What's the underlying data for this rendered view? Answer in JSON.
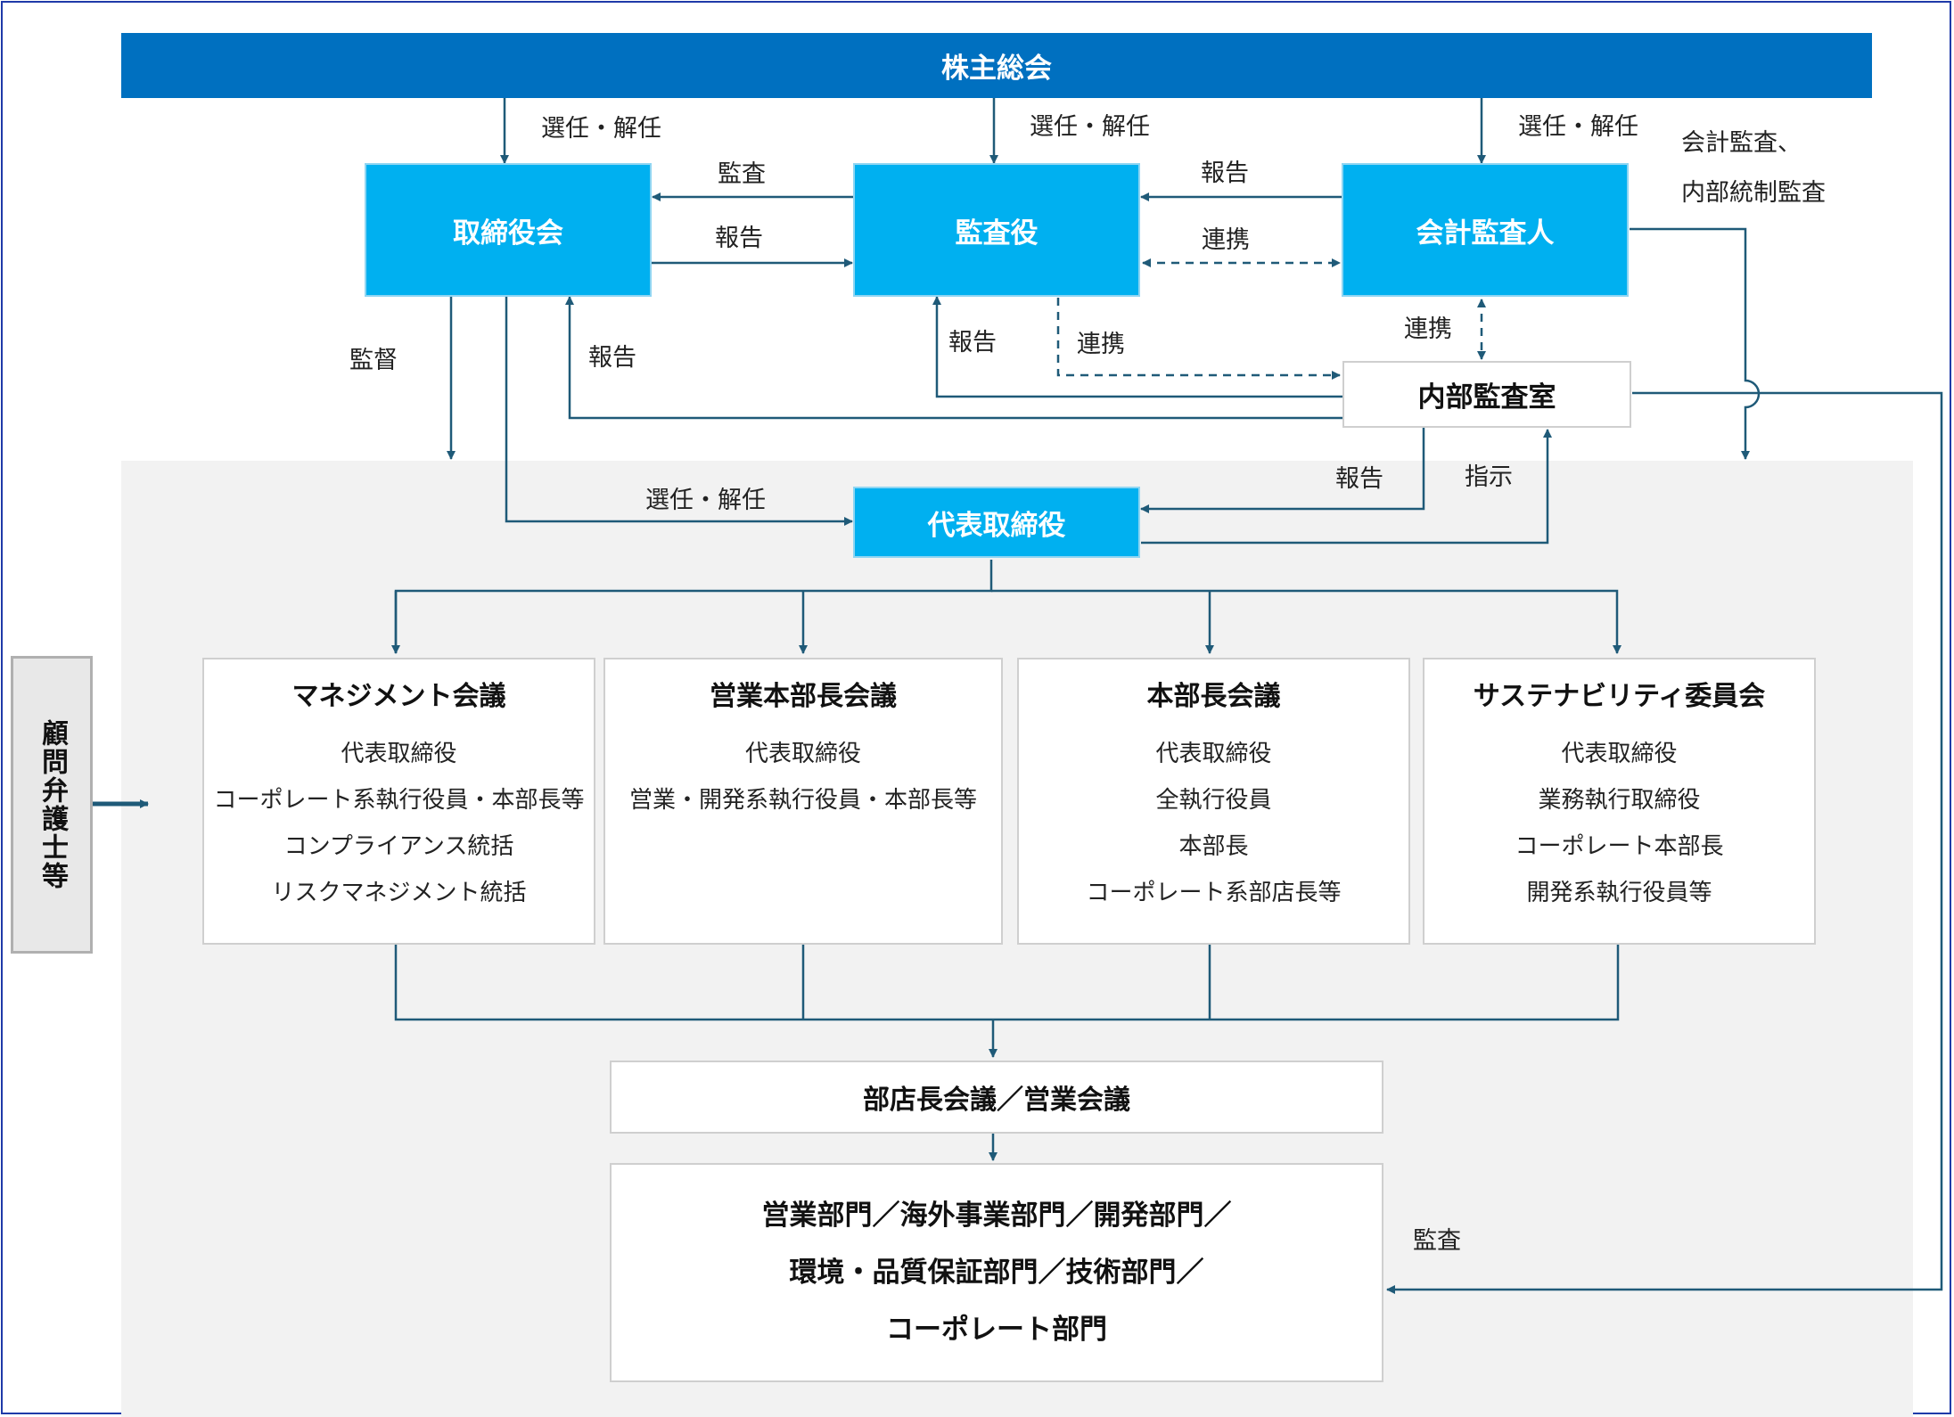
{
  "boxes": {
    "shareholders": "株主総会",
    "board": "取締役会",
    "auditors": "監査役",
    "accounting_auditor": "会計監査人",
    "internal_audit": "内部監査室",
    "representative": "代表取締役",
    "advisors": "顧問弁護士等",
    "branch_meeting": "部店長会議／営業会議",
    "departments": [
      "営業部門／海外事業部門／開発部門／",
      "環境・品質保証部門／技術部門／",
      "コーポレート部門"
    ]
  },
  "meetings": [
    {
      "title": "マネジメント会議",
      "members": [
        "代表取締役",
        "コーポレート系執行役員・本部長等",
        "コンプライアンス統括",
        "リスクマネジメント統括"
      ]
    },
    {
      "title": "営業本部長会議",
      "members": [
        "代表取締役",
        "営業・開発系執行役員・本部長等"
      ]
    },
    {
      "title": "本部長会議",
      "members": [
        "代表取締役",
        "全執行役員",
        "本部長",
        "コーポレート系部店長等"
      ]
    },
    {
      "title": "サステナビリティ委員会",
      "members": [
        "代表取締役",
        "業務執行取締役",
        "コーポレート本部長",
        "開発系執行役員等"
      ]
    }
  ],
  "labels": {
    "appoint_board": "選任・解任",
    "appoint_auditors": "選任・解任",
    "appoint_accounting": "選任・解任",
    "accounting_audit": [
      "会計監査、",
      "内部統制監査"
    ],
    "auditors_to_board": "監査",
    "board_to_auditors": "報告",
    "accounting_to_auditors": "報告",
    "auditors_accounting_link": "連携",
    "supervision": "監督",
    "internal_to_board": "報告",
    "internal_to_auditors": "報告",
    "internal_auditors_link": "連携",
    "internal_accounting_link": "連携",
    "internal_to_representative": "報告",
    "instruction": "指示",
    "appoint_representative": "選任・解任",
    "audit_departments": "監査"
  },
  "colors": {
    "header_blue": "#0070c0",
    "box_blue": "#00b0f0",
    "line": "#1f5a78",
    "area_gray": "#f2f2f2",
    "advisor_gray": "#e8e8e8"
  }
}
